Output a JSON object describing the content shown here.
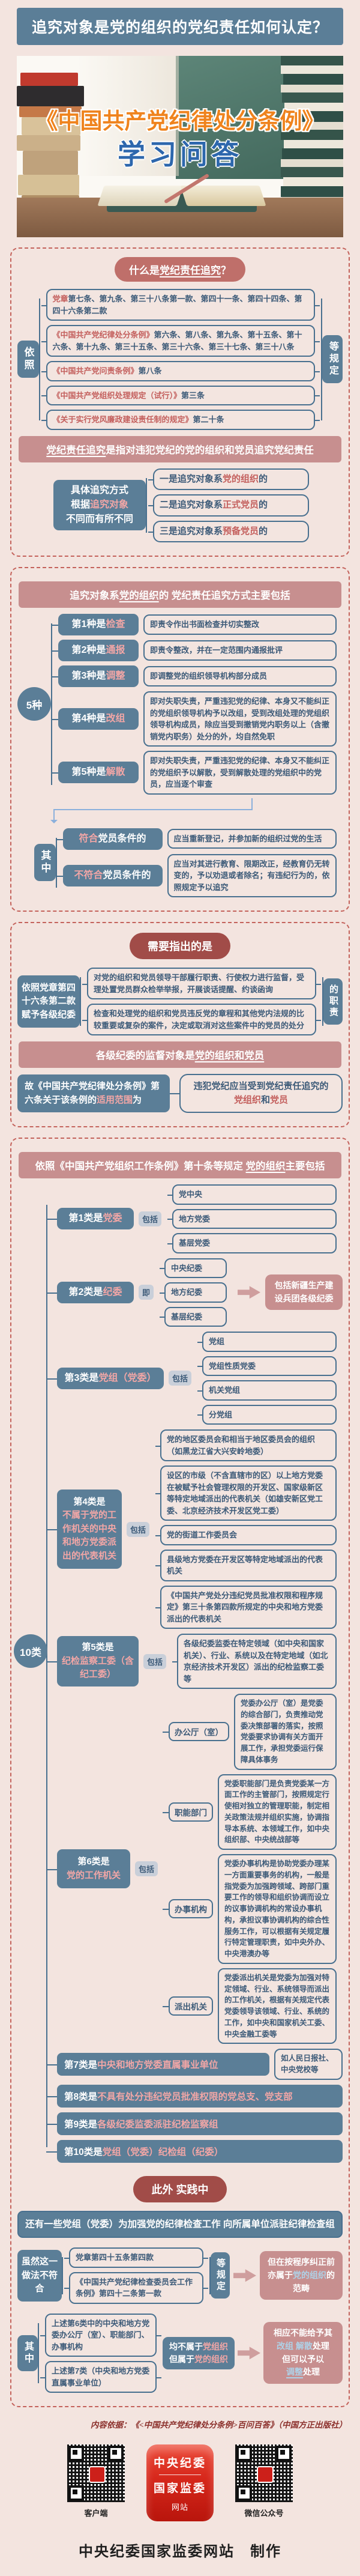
{
  "palette": {
    "page_bg": "#f3e4df",
    "steel_blue": "#5b7e97",
    "rose": "#c78f8f",
    "maroon_pill": "#a14c48",
    "dashed_border": "#c4635c",
    "pink_accent": "#f2a6a6",
    "light_blue_accent": "#aed2e8",
    "outline_border": "#48708f",
    "red_text": "#c4605e",
    "cover_orange": "#ef831d",
    "cover_blue": "#2d67ad"
  },
  "header": {
    "title": "追究对象是党的组织的党纪责任如何认定？"
  },
  "cover": {
    "title": "《中国共产党纪律处分条例》",
    "subtitle": "学习问答"
  },
  "s1": {
    "question": {
      "pre": "什么是",
      "key": "党纪责任追究",
      "post": "？"
    },
    "basis": "依照",
    "etc": "等规定",
    "regs": [
      {
        "red": "党章",
        "rest": "第七条、第九条、第三十八条第一款、第四十一条、第四十四条、第四十六条第二款"
      },
      {
        "red": "《中国共产党纪律处分条例》",
        "rest": "第六条、第八条、第九条、第十五条、第十六条、第十九条、第三十五条、第三十六条、第三十七条、第三十八条"
      },
      {
        "red": "《中国共产党问责条例》",
        "rest": "第八条"
      },
      {
        "red": "《中国共产党组织处理规定（试行）》",
        "rest": "第三条"
      },
      {
        "red": "《关于实行党风廉政建设责任制的规定》",
        "rest": "第二十条"
      }
    ],
    "definition": {
      "key": "党纪责任追究",
      "post": "是指对违犯党纪的党的组织和党员追究党纪责任"
    },
    "method": {
      "l1": "具体追究方式",
      "l2pre": "根据",
      "l2key": "追究对象",
      "l3": "不同而有所不同"
    },
    "cases": [
      {
        "pre": "一是追究对象系",
        "key": "党的组织",
        "post": "的"
      },
      {
        "pre": "二是追究对象系",
        "key": "正式党员",
        "post": "的"
      },
      {
        "pre": "三是追究对象系",
        "key": "预备党员",
        "post": "的"
      }
    ]
  },
  "s2": {
    "bar": {
      "pre": "追究对象系",
      "key": "党的组织",
      "post": "的 党纪责任追究方式主要包括"
    },
    "count": "5种",
    "kinds": [
      {
        "pre": "第1种是",
        "key": "检查",
        "desc": "即责令作出书面检查并切实整改"
      },
      {
        "pre": "第2种是",
        "key": "通报",
        "desc": "即责令整改，并在一定范围内通报批评"
      },
      {
        "pre": "第3种是",
        "key": "调整",
        "desc": "即调整党的组织领导机构部分成员"
      },
      {
        "pre": "第4种是",
        "key": "改组",
        "desc": "即对失职失责，严重违犯党的纪律、本身又不能纠正的党组织领导机构予以改组，受到改组处理的党组织领导机构成员，除应当受到撤销党内职务以上（含撤销党内职务）处分的外，均自然免职"
      },
      {
        "pre": "第5种是",
        "key": "解散",
        "desc": "即对失职失责，严重违犯党的纪律、本身又不能纠正的党组织予以解散，受到解散处理的党组织中的党员，应当逐个审查"
      }
    ],
    "among_label": "其中",
    "among": [
      {
        "key": "符合",
        "rest": "党员条件的",
        "desc": "应当重新登记，并参加新的组织过党的生活"
      },
      {
        "key": "不符合",
        "rest": "党员条件的",
        "desc": "应当对其进行教育、限期改正，经教育仍无转变的，予以劝退或者除名；有违纪行为的，依照规定予以追究"
      }
    ]
  },
  "s3": {
    "pill": "需要指出的是",
    "left": "依照党章第四十六条第二款赋予各级纪委",
    "duties": [
      "对党的组织和党员领导干部履行职责、行使权力进行监督，受理处置党员群众检举举报，开展谈话提醒、约谈函询",
      "检查和处理党的组织和党员违反党的章程和其他党内法规的比较重要或复杂的案件，决定或取消对这些案件中的党员的处分"
    ],
    "right": "的职责",
    "bar": {
      "pre": "各级纪委的监督对象是",
      "key": "党的组织和党员"
    },
    "conclude_left": {
      "pre": "故《中国共产党纪律处分条例》第六条关于该条例的",
      "key": "适用范围",
      "post": "为"
    },
    "conclude_right": {
      "pre": "违犯党纪应当受到党纪责任追究的",
      "key1": "党组织",
      "mid": "和",
      "key2": "党员"
    }
  },
  "s4": {
    "bar": {
      "pre": "依照《中国共产党组织工作条例》第十条等规定 ",
      "key": "党的组织",
      "post": "主要包括"
    },
    "count": "10类",
    "c1": {
      "pre": "第1类是",
      "key": "党委",
      "conn": "包括",
      "items": [
        "党中央",
        "地方党委",
        "基层党委"
      ]
    },
    "c2": {
      "pre": "第2类是",
      "key": "纪委",
      "conn": "即",
      "items": [
        "中央纪委",
        "地方纪委",
        "基层纪委"
      ],
      "note": "包括新疆生产建设兵团各级纪委"
    },
    "c3": {
      "pre": "第3类是",
      "key": "党组（党委）",
      "conn": "包括",
      "items": [
        "党组",
        "党组性质党委",
        "机关党组",
        "分党组"
      ]
    },
    "c4": {
      "pre": "第4类是",
      "key": "不属于党的工作机关的中央和地方党委派出的代表机关",
      "conn": "包括",
      "items": [
        "党的地区委员会和相当于地区委员会的组织（如黑龙江省大兴安岭地委）",
        "设区的市级（不含直辖市的区）以上地方党委在被赋予社会管理权限的开发区、国家级新区等特定地域派出的代表机关（如雄安新区党工委、北京经济技术开发区党工委）",
        "党的街道工作委员会",
        "县级地方党委在开发区等特定地域派出的代表机关",
        "《中国共产党处分违纪党员批准权限和程序规定》第三十条第四款所规定的中央和地方党委派出的代表机关"
      ]
    },
    "c5": {
      "pre": "第5类是",
      "key": "纪检监察工委（含纪工委）",
      "conn": "包括",
      "items": [
        "各级纪委监委在特定领域（如中央和国家机关）、行业、系统以及在特定地域（如北京经济技术开发区）派出的纪检监察工委等"
      ]
    },
    "c6": {
      "pre": "第6类是",
      "key": "党的工作机关",
      "conn": "包括",
      "subs": [
        {
          "name": "办公厅（室）",
          "desc": "党委办公厅（室）是党委的综合部门，负责推动党委决策部署的落实，按照党委要求协调有关方面开展工作，承担党委运行保障具体事务"
        },
        {
          "name": "职能部门",
          "desc": "党委职能部门是负责党委某一方面工作的主管部门，按照规定行使相对独立的管理职能，制定相关政策法规并组织实施，协调指导本系统、本领域工作，如中央组织部、中央统战部等"
        },
        {
          "name": "办事机构",
          "desc": "党委办事机构是协助党委办理某一方面重要事务的机构，一般是指党委为加强跨领域、跨部门重要工作的领导和组织协调而设立的议事协调机构的常设办事机构，承担议事协调机构的综合性服务工作，可以根据有关规定履行特定管理职责，如中央外办、中央港澳办等"
        },
        {
          "name": "派出机关",
          "desc": "党委派出机关是党委为加强对特定领域、行业、系统领导而派出的工作机关，根据有关规定代表党委领导该领域、行业、系统的工作，如中央和国家机关工委、中央金融工委等"
        }
      ]
    },
    "c7": {
      "pre": "第7类是",
      "key": "中央和地方党委直属事业单位",
      "note": "如人民日报社、中央党校等"
    },
    "c8": {
      "pre": "第8类是",
      "key": "不具有处分违纪党员批准权限的党总支、党支部"
    },
    "c9": {
      "pre": "第9类是",
      "key": "各级纪委监委派驻纪检监察组"
    },
    "c10": {
      "pre": "第10类是",
      "key": "党组（党委）纪检组（纪委）"
    },
    "pill": "此外 实践中",
    "practice": "还有一些党组（党委）为加强党的纪律检查工作 向所属单位派驻纪律检查组",
    "although": {
      "label": "虽然这一做法不符合",
      "items": [
        "党章第四十五条第四款",
        "《中国共产党纪律检查委员会工作条例》第四十二条第一款"
      ],
      "etc": "等规定",
      "result": {
        "pre": "但在按程序纠正前亦属于",
        "key": "党的组织",
        "post": "的范畴"
      }
    },
    "among": {
      "label": "其中",
      "items": [
        "上述第6类中的中央和地方党委办公厅（室）、职能部门、办事机构",
        "上述第7类（中央和地方党委直属事业单位）"
      ],
      "mid": {
        "p1": "均不属于",
        "k1": "党组织",
        "p2": "但属于",
        "k2": "党的组织"
      },
      "result": {
        "pre": "相应不能给予其",
        "k1": "改组 解散",
        "m": "处理",
        "l2": "但可以予以",
        "k2": "调整",
        "post": "处理"
      }
    }
  },
  "footer": {
    "source": "内容依据：《<中国共产党纪律处分条例>百问百答》（中国方正出版社）",
    "qr_left_label": "客户端",
    "qr_right_label": "微信公众号",
    "app_line1": "中央纪委",
    "app_line2": "国家监委",
    "app_line3": "网站",
    "credit": "中央纪委国家监委网站　制作"
  }
}
